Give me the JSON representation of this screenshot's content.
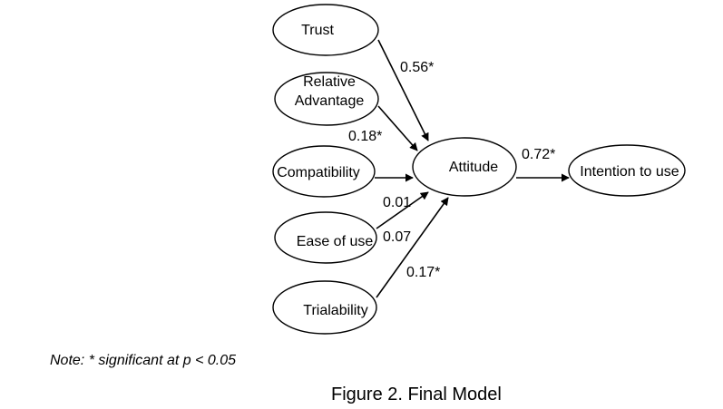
{
  "nodes": {
    "trust": "Trust",
    "relative_advantage": [
      "Relative",
      "Advantage"
    ],
    "compatibility": "Compatibility",
    "ease_of_use": "Ease of use",
    "trialability": "Trialability",
    "attitude": "Attitude",
    "intention": "Intention to use"
  },
  "coefficients": {
    "trust_attitude": "0.56*",
    "relative_advantage_attitude": "0.18*",
    "compatibility_attitude": "0.01",
    "ease_of_use_attitude": "0.07",
    "trialability_attitude": "0.17*",
    "attitude_intention": "0.72*"
  },
  "note": "Note: * significant at p < 0.05",
  "caption": "Figure 2. Final Model"
}
